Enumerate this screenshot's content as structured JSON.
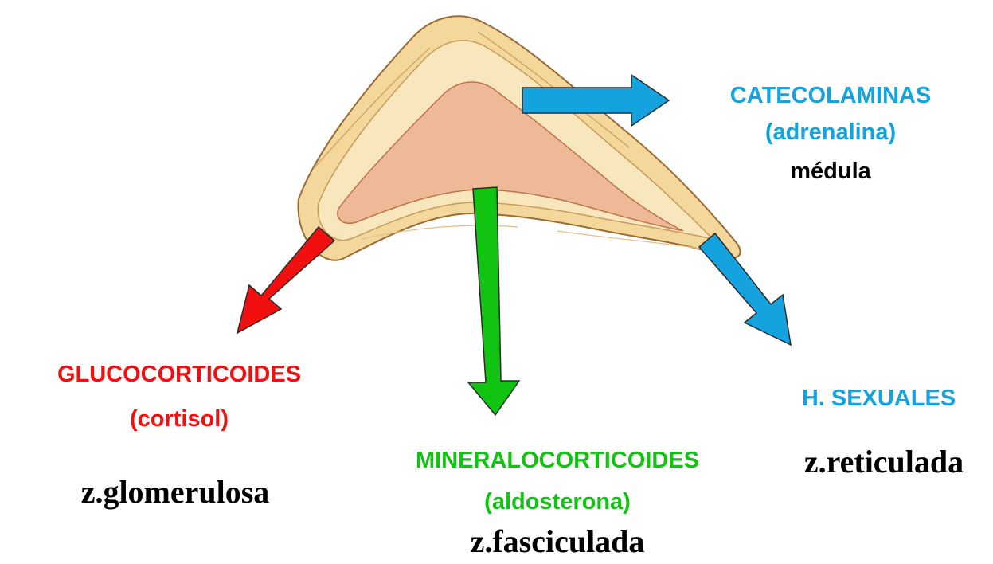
{
  "colors": {
    "red": "#f01010",
    "green": "#12c412",
    "blue": "#14a3df",
    "black": "#000000",
    "gland_outer": "#f6dfa8",
    "gland_inner": "#f0c6a4",
    "gland_core": "#eeb896",
    "outline": "#8a5a2a"
  },
  "labels": {
    "catecolaminas": "CATECOLAMINAS",
    "adrenalina": "(adrenalina)",
    "medula": "médula",
    "glucocorticoides": "GLUCOCORTICOIDES",
    "cortisol": "(cortisol)",
    "glomerulosa": "z.glomerulosa",
    "mineralocorticoides": "MINERALOCORTICOIDES",
    "aldosterona": "(aldosterona)",
    "fasciculada": "z.fasciculada",
    "sexuales": "H. SEXUALES",
    "reticulada": "z.reticulada"
  },
  "arrows": [
    {
      "name": "catecolaminas-arrow",
      "color": "blue",
      "direction": "right"
    },
    {
      "name": "glucocorticoides-arrow",
      "color": "red",
      "direction": "down-left"
    },
    {
      "name": "mineralocorticoides-arrow",
      "color": "green",
      "direction": "down"
    },
    {
      "name": "sexuales-arrow",
      "color": "blue",
      "direction": "down-right"
    }
  ]
}
